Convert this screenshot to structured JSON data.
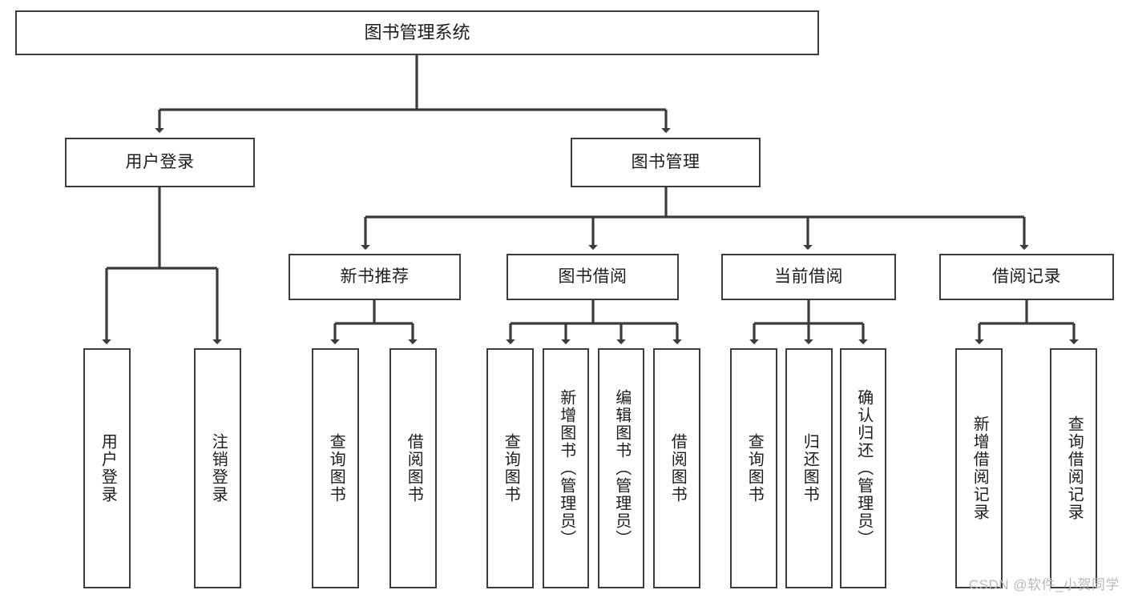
{
  "diagram": {
    "type": "tree-hierarchy",
    "title": "图书管理系统",
    "watermark": "CSDN @软件_小贺同学",
    "colors": {
      "stroke": "#3b3b3b",
      "fill": "#ffffff",
      "text": "#1c1c1c",
      "watermark": "#b9b9b9"
    },
    "nodes": {
      "root": {
        "label": "图书管理系统",
        "level": 0
      },
      "user_login": {
        "label": "用户登录",
        "level": 1
      },
      "book_manage": {
        "label": "图书管理",
        "level": 1
      },
      "new_book_rec": {
        "label": "新书推荐",
        "level": 2
      },
      "book_borrow": {
        "label": "图书借阅",
        "level": 2
      },
      "current_borrow": {
        "label": "当前借阅",
        "level": 2
      },
      "borrow_record": {
        "label": "借阅记录",
        "level": 2
      },
      "leaf_user_login": {
        "label": "用户登录",
        "level": 2
      },
      "leaf_user_logout": {
        "label": "注销登录",
        "level": 2
      },
      "leaf_query_book_1": {
        "label": "查询图书",
        "level": 3
      },
      "leaf_borrow_book_1": {
        "label": "借阅图书",
        "level": 3
      },
      "leaf_query_book_2": {
        "label": "查询图书",
        "level": 3
      },
      "leaf_add_book": {
        "label": "新增图书（管理员）",
        "level": 3
      },
      "leaf_edit_book": {
        "label": "编辑图书（管理员）",
        "level": 3
      },
      "leaf_borrow_book_2": {
        "label": "借阅图书",
        "level": 3
      },
      "leaf_query_book_3": {
        "label": "查询图书",
        "level": 3
      },
      "leaf_return_book": {
        "label": "归还图书",
        "level": 3
      },
      "leaf_confirm_return": {
        "label": "确认归还（管理员）",
        "level": 3
      },
      "leaf_add_record": {
        "label": "新增借阅记录",
        "level": 3
      },
      "leaf_query_record": {
        "label": "查询借阅记录",
        "level": 3
      }
    },
    "edges": [
      {
        "from": "root",
        "to": "user_login"
      },
      {
        "from": "root",
        "to": "book_manage"
      },
      {
        "from": "user_login",
        "to": "leaf_user_login"
      },
      {
        "from": "user_login",
        "to": "leaf_user_logout"
      },
      {
        "from": "book_manage",
        "to": "new_book_rec"
      },
      {
        "from": "book_manage",
        "to": "book_borrow"
      },
      {
        "from": "book_manage",
        "to": "current_borrow"
      },
      {
        "from": "book_manage",
        "to": "borrow_record"
      },
      {
        "from": "new_book_rec",
        "to": "leaf_query_book_1"
      },
      {
        "from": "new_book_rec",
        "to": "leaf_borrow_book_1"
      },
      {
        "from": "book_borrow",
        "to": "leaf_query_book_2"
      },
      {
        "from": "book_borrow",
        "to": "leaf_add_book"
      },
      {
        "from": "book_borrow",
        "to": "leaf_edit_book"
      },
      {
        "from": "book_borrow",
        "to": "leaf_borrow_book_2"
      },
      {
        "from": "current_borrow",
        "to": "leaf_query_book_3"
      },
      {
        "from": "current_borrow",
        "to": "leaf_return_book"
      },
      {
        "from": "current_borrow",
        "to": "leaf_confirm_return"
      },
      {
        "from": "borrow_record",
        "to": "leaf_add_record"
      },
      {
        "from": "borrow_record",
        "to": "leaf_query_record"
      }
    ]
  }
}
